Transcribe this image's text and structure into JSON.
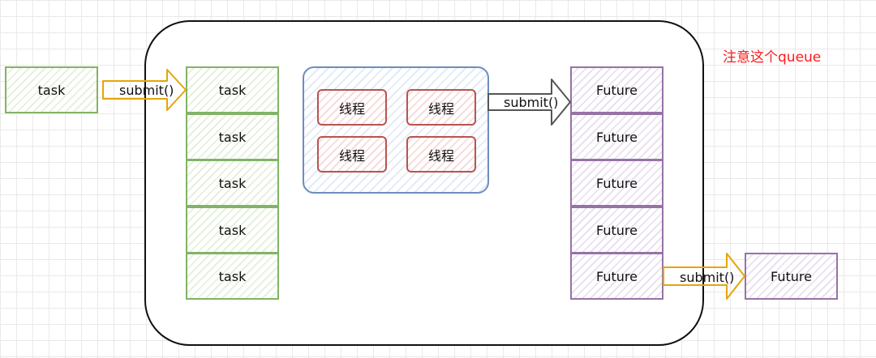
{
  "note": "注意这个queue",
  "input_task": "task",
  "queue_tasks": [
    "task",
    "task",
    "task",
    "task",
    "task"
  ],
  "threads": [
    "线程",
    "线程",
    "线程",
    "线程"
  ],
  "futures": [
    "Future",
    "Future",
    "Future",
    "Future",
    "Future"
  ],
  "output_future": "Future",
  "arrows": {
    "submit_in": "submit()",
    "submit_mid": "submit()",
    "submit_out": "submit()"
  },
  "colors": {
    "task_border": "#82b366",
    "future_border": "#9673a6",
    "thread_border": "#b85450",
    "pool_border": "#6c8ebf",
    "arrow_orange": "#e5a50a",
    "arrow_gray": "#555555",
    "note_red": "#ff1a1a"
  }
}
